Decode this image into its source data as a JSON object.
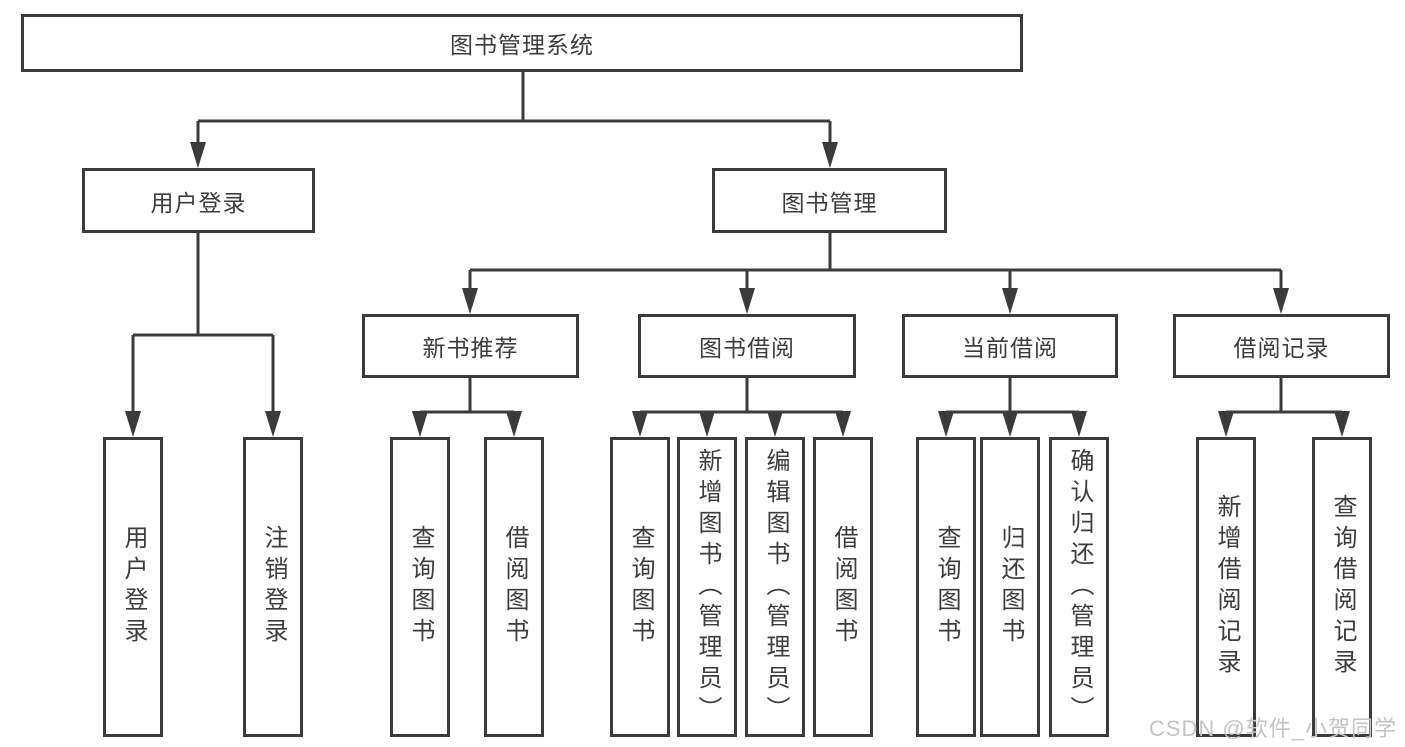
{
  "diagram_title": "图书管理系统",
  "tree": {
    "root": {
      "label": "图书管理系统"
    },
    "children": [
      {
        "label": "用户登录",
        "children": [
          {
            "label": "用户登录"
          },
          {
            "label": "注销登录"
          }
        ]
      },
      {
        "label": "图书管理",
        "children": [
          {
            "label": "新书推荐",
            "children": [
              {
                "label": "查询图书"
              },
              {
                "label": "借阅图书"
              }
            ]
          },
          {
            "label": "图书借阅",
            "children": [
              {
                "label": "查询图书"
              },
              {
                "label": "新增图书（管理员）"
              },
              {
                "label": "编辑图书（管理员）"
              },
              {
                "label": "借阅图书"
              }
            ]
          },
          {
            "label": "当前借阅",
            "children": [
              {
                "label": "查询图书"
              },
              {
                "label": "归还图书"
              },
              {
                "label": "确认归还（管理员）"
              }
            ]
          },
          {
            "label": "借阅记录",
            "children": [
              {
                "label": "新增借阅记录"
              },
              {
                "label": "查询借阅记录"
              }
            ]
          }
        ]
      }
    ]
  },
  "watermark": {
    "text": "CSDN @软件_小贺同学"
  },
  "colors": {
    "line": "#3b3b3b",
    "box_border": "#3b3b3b",
    "text": "#3d3d3d",
    "background": "#ffffff",
    "watermark": "#c7c3c5"
  }
}
